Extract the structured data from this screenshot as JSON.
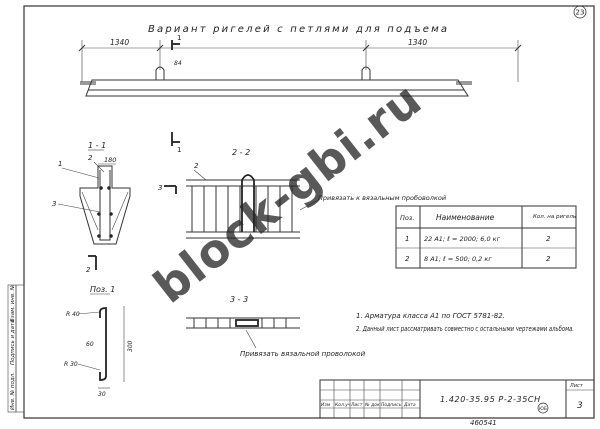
{
  "sheet": {
    "page_marker": "23",
    "title": "Вариант ригелей с петлями для подъема",
    "document_code": "1.420-35.95 Р-2-35СН",
    "sheet_label": "Лист",
    "sheet_number": "3",
    "inventory_number": "460541",
    "seal_text": "ЮБ",
    "watermark": "block-gbi.ru"
  },
  "elevation": {
    "dim_left": "1340",
    "dim_right": "1340",
    "dim_small": "84",
    "section_mark": "1"
  },
  "section_1_1": {
    "label": "1 - 1",
    "dim_top": "180",
    "callout_1": "1",
    "callout_2": "2",
    "callout_3": "3"
  },
  "section_2_2": {
    "label": "2 - 2",
    "callout_2": "2",
    "section_mark": "3",
    "note": "Привязать к вязальным пробоволкой"
  },
  "section_3_3": {
    "label": "3 - 3",
    "note": "Привязать вязальной проволокой"
  },
  "position_1": {
    "label": "Поз. 1",
    "dim_r40": "R 40",
    "dim_60": "60",
    "dim_r30": "R 30",
    "dim_300": "300",
    "dim_30": "30"
  },
  "spec_table": {
    "headers": [
      "Поз.",
      "Наименование",
      "Кол. на ригель"
    ],
    "rows": [
      {
        "pos": "1",
        "name": "22 А1; ℓ = 2000; 6,0 кг",
        "qty": "2"
      },
      {
        "pos": "2",
        "name": "8 А1; ℓ = 500; 0,2 кг",
        "qty": "2"
      }
    ]
  },
  "notes": [
    "1. Арматура класса А1 по ГОСТ 5781-82.",
    "2. Данный лист рассматривать совместно с остальными чертежами альбома."
  ],
  "side_strip": {
    "labels": [
      "Инв. № подл.",
      "Подпись и дата",
      "Взам. инв. №"
    ]
  },
  "title_block": {
    "headers": [
      "Изм",
      "Кол.уч",
      "Лист",
      "№ док",
      "Подпись",
      "Дата"
    ]
  }
}
